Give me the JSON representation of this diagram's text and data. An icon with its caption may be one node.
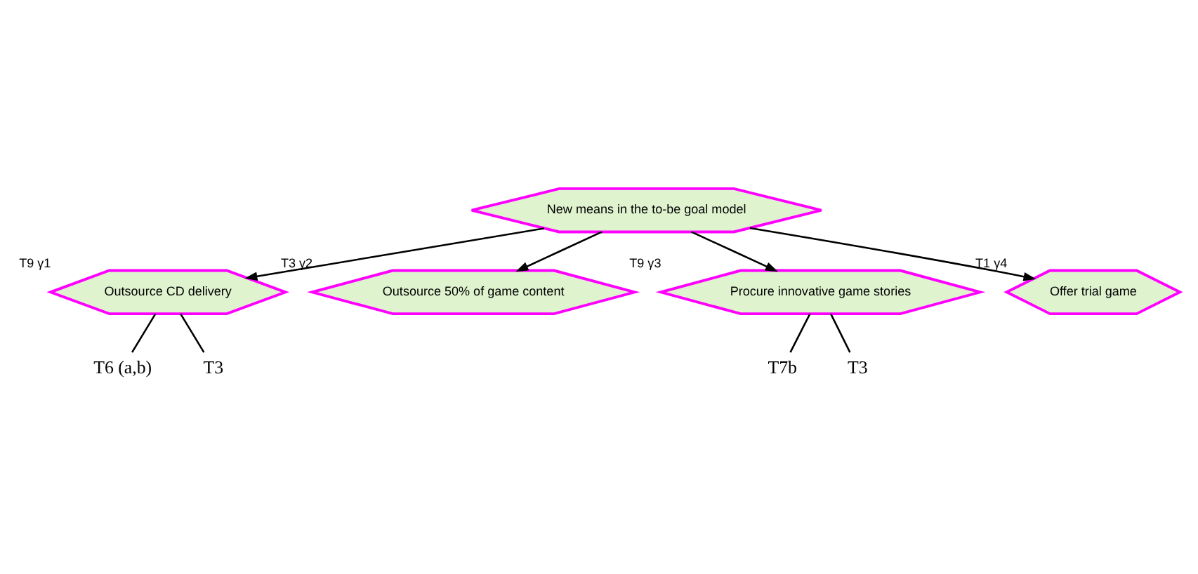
{
  "diagram": {
    "nodes": [
      {
        "text": [
          "New means in the to-be goal model"
        ]
      },
      {
        "text": [
          "Outsource CD delivery"
        ],
        "beside": [
          "T9 γ1"
        ]
      },
      {
        "text": [
          "Outsource 50% of game content"
        ],
        "beside": [
          "T3 γ2"
        ]
      },
      {
        "text": [
          "Procure innovative game stories"
        ],
        "beside": [
          "T9 γ3"
        ]
      },
      {
        "text": [
          "Offer trial game"
        ],
        "beside": [
          "T1 γ4"
        ]
      },
      {
        "text": [
          "T6 (a,b)"
        ]
      },
      {
        "text": [
          "T3"
        ]
      },
      {
        "text": [
          "T7b"
        ]
      },
      {
        "text": [
          "T3"
        ]
      }
    ],
    "edges": [
      {
        "from": 0,
        "to": 1,
        "arrow": "to"
      },
      {
        "from": 0,
        "to": 2,
        "arrow": "to"
      },
      {
        "from": 0,
        "to": 3,
        "arrow": "to"
      },
      {
        "from": 0,
        "to": 4,
        "arrow": "to"
      },
      {
        "from": 1,
        "to": 5,
        "arrow": "none"
      },
      {
        "from": 1,
        "to": 6,
        "arrow": "none"
      },
      {
        "from": 3,
        "to": 7,
        "arrow": "none"
      },
      {
        "from": 3,
        "to": 8,
        "arrow": "none"
      }
    ]
  }
}
